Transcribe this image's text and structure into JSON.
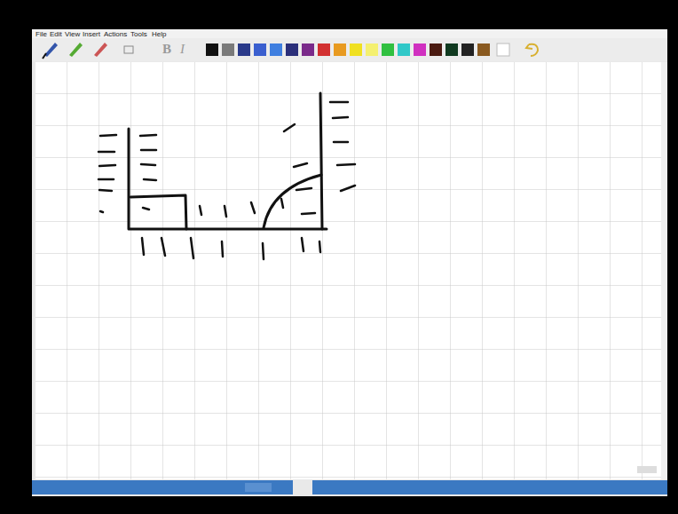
{
  "diagram": {
    "labels": [
      "File",
      "Edit",
      "View",
      "Insert",
      "Actions",
      "Tools",
      "Help",
      "B",
      "I"
    ]
  }
}
